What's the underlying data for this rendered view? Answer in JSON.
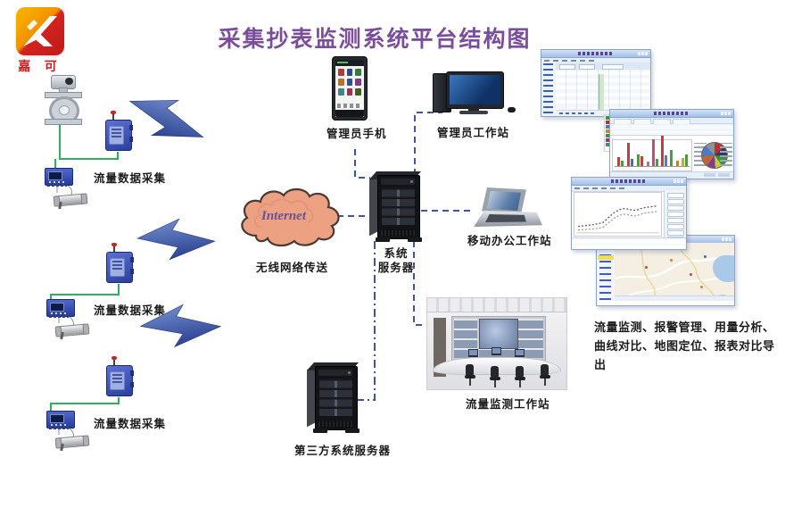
{
  "page": {
    "title": "采集抄表监测系统平台结构图"
  },
  "logo": {
    "brand": "嘉 可"
  },
  "collection_groups": [
    {
      "label": "流量数据采集"
    },
    {
      "label": "流量数据采集"
    },
    {
      "label": "流量数据采集"
    }
  ],
  "network": {
    "cloud_label": "Internet",
    "cloud_caption": "无线网络传送"
  },
  "nodes": {
    "system_server": {
      "line1": "系统",
      "line2": "服务器"
    },
    "third_party_server": {
      "label": "第三方系统服务器"
    },
    "admin_phone": {
      "label": "管理员手机"
    },
    "admin_workstation": {
      "label": "管理员工作站"
    },
    "mobile_workstation": {
      "label": "移动办公工作站"
    },
    "monitor_workstation": {
      "label": "流量监测工作站"
    }
  },
  "features": {
    "line1": "流量监测、报警管理、用量分析、",
    "line2": "曲线对比、地图定位、报表对比导出"
  },
  "colors": {
    "title_purple": "#7b4e9b",
    "bolt_blue": "#3c55a8",
    "line_green": "#2fae5f",
    "connector_blue": "#4353a4",
    "cloud_fill": "#eca183",
    "brand_red": "#c42320",
    "brand_yellow": "#f8b801"
  }
}
